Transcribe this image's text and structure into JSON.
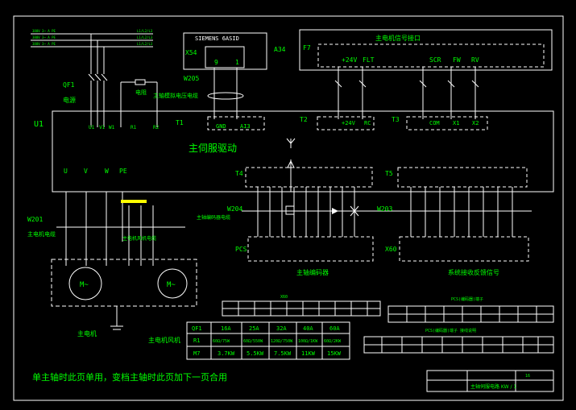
{
  "colors": {
    "background": "#000000",
    "line": "#ffffff",
    "text": "#00ff00",
    "highlight": "#ffff00"
  },
  "labels": {
    "siemens": "SIEMENS  6ASID",
    "x54": "X54",
    "pin9": "9",
    "pin1": "1",
    "a34": "A34",
    "f7": "F7",
    "signal_interface": "主电机信号接口",
    "p24v": "+24V",
    "flt": "FLT",
    "scr": "SCR",
    "fw": "FW",
    "rv": "RV",
    "qf1": "QF1",
    "qf1_desc": "电源",
    "resistor_desc": "电阻",
    "w205": "W205",
    "w205_desc": "主轴模拟电压电缆",
    "u1": "U1",
    "t1": "T1",
    "t2": "T2",
    "t3": "T3",
    "gnd": "GND",
    "ai3": "AI3",
    "p24v_b": "+24V",
    "rc": "RC",
    "com": "COM",
    "x1": "X1",
    "x2": "X2",
    "main_drive": "主伺服驱动",
    "t4": "T4",
    "t5": "T5",
    "u": "U",
    "v": "V",
    "w": "W",
    "pe": "PE",
    "w201": "W201",
    "w201_desc": "主电机电缆",
    "w204": "W204",
    "w203": "W203",
    "w202_desc": "主电机风机电缆",
    "enc_cable_desc": "主轴编码器电缆",
    "pcs": "PCS",
    "x60": "X60",
    "spindle_encoder": "主轴编码器",
    "feedback_signal": "系统接收反馈信号",
    "main_motor": "主电机",
    "motor_fan": "主电机风机",
    "bottom_note": "单主轴时此页单用，变档主轴时此页加下一页合用",
    "title_block": "主轴伺服电路  KW / 1",
    "title_num": "16",
    "table1_title": "X60",
    "table2_title": "PCS(编码器)端子",
    "table3_title": "PCS(编码器)端子 接线说明"
  },
  "power_table": {
    "headers": [
      "QF1",
      "16A",
      "25A",
      "32A",
      "40A",
      "60A"
    ],
    "rows": [
      [
        "R1",
        "60Ω/75W",
        "60Ω/550W",
        "120Ω/750W",
        "100Ω/1KW",
        "60Ω/2KW"
      ],
      [
        "M7",
        "3.7KW",
        "5.5KW",
        "7.5KW",
        "11KW",
        "15KW"
      ]
    ]
  }
}
